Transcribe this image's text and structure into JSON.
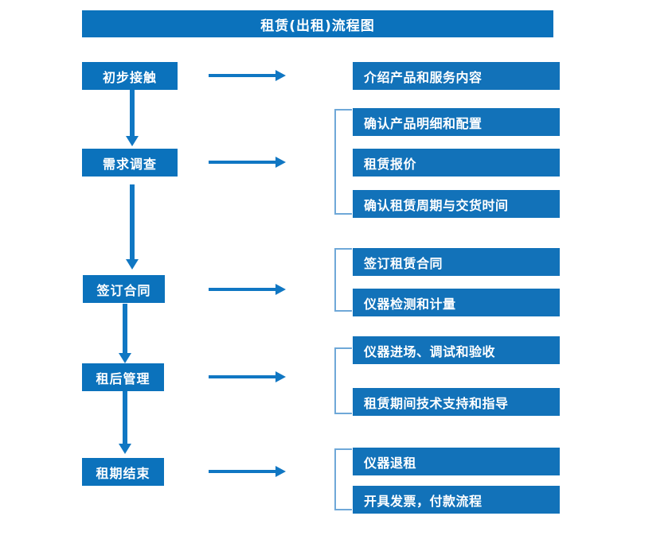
{
  "title": {
    "text": "租赁(出租)流程图"
  },
  "colors": {
    "banner_blue": "#0B72BC",
    "box_blue": "#1272B9",
    "arrow_blue": "#1077C3",
    "bracket_blue": "#6FA8D8",
    "background": "#FFFFFF",
    "text_white": "#FFFFFF"
  },
  "stages": [
    {
      "label": "初步接触",
      "details": [
        "介绍产品和服务内容"
      ]
    },
    {
      "label": "需求调查",
      "details": [
        "确认产品明细和配置",
        "租赁报价",
        "确认租赁周期与交货时间"
      ]
    },
    {
      "label": "签订合同",
      "details": [
        "签订租赁合同",
        "仪器检测和计量"
      ]
    },
    {
      "label": "租后管理",
      "details": [
        "仪器进场、调试和验收",
        "租赁期间技术支持和指导"
      ]
    },
    {
      "label": "租期结束",
      "details": [
        "仪器退租",
        "开具发票，付款流程"
      ]
    }
  ],
  "icons": {
    "down_arrow": "down-arrow-icon",
    "right_arrow": "right-arrow-icon",
    "group_bracket": "group-bracket-icon"
  }
}
